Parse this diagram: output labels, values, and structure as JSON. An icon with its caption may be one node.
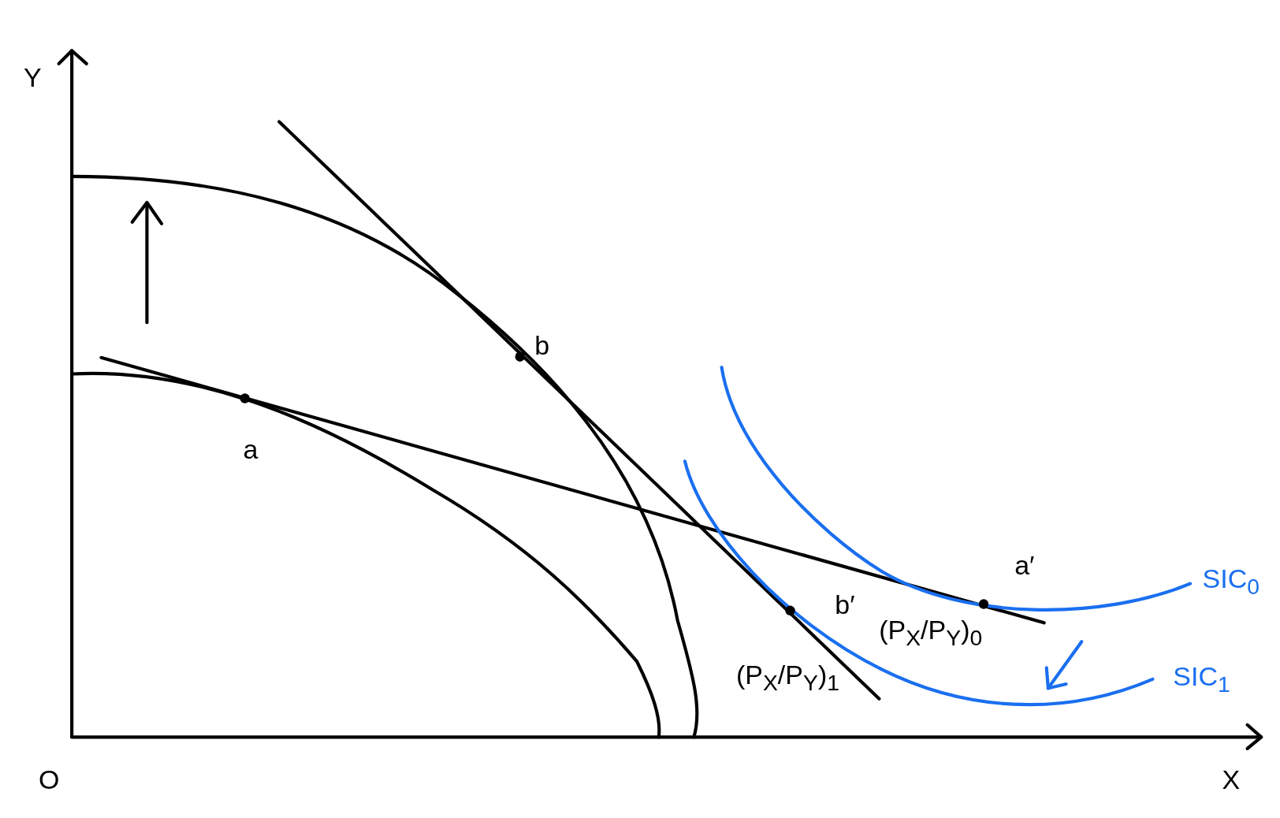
{
  "diagram": {
    "labels": [
      "Y",
      "b",
      "a",
      "a′",
      "SIC$_{0}$",
      "b′",
      "(P$_{X}$/P$_{Y}$)$_{0}$",
      "(P$_{X}$/P$_{Y}$)$_{1}$",
      "SIC$_{1}$",
      "O",
      "X"
    ]
  }
}
